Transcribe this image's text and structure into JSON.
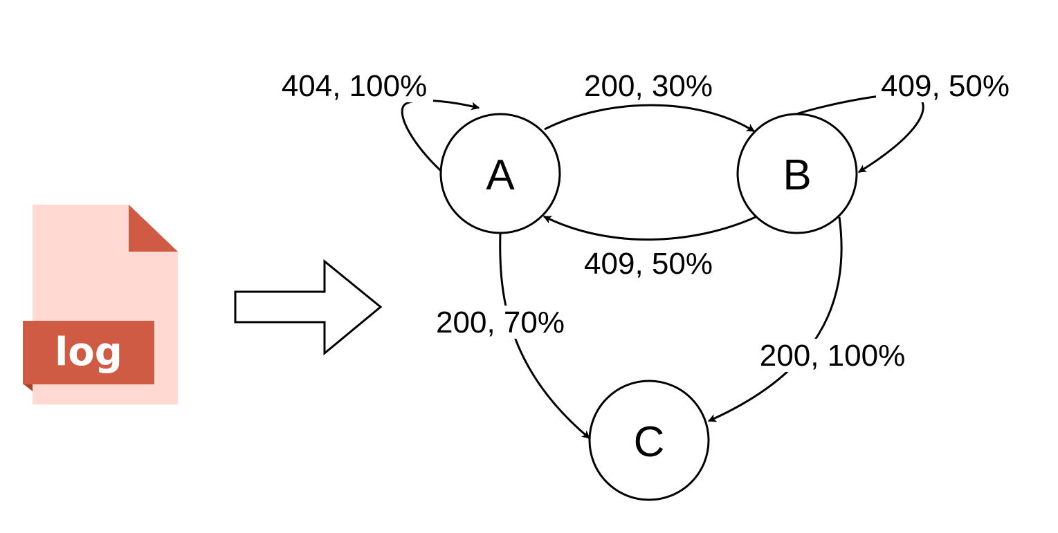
{
  "log_file_icon": {
    "icon": "log-file-icon",
    "label": "log",
    "colors": {
      "page": "#ffd9d2",
      "fold": "#d05b45",
      "banner": "#d05b45",
      "banner_shadow": "#a8432f",
      "label_text": "#ffffff"
    }
  },
  "transform_arrow": {
    "icon": "right-arrow-icon"
  },
  "nodes": {
    "a": "A",
    "b": "B",
    "c": "C"
  },
  "edges": {
    "a_self_loop": "404, 100%",
    "a_to_b": "200, 30%",
    "b_self_loop": "409, 50%",
    "b_to_a": "409, 50%",
    "a_to_c": "200, 70%",
    "b_to_c": "200, 100%"
  }
}
